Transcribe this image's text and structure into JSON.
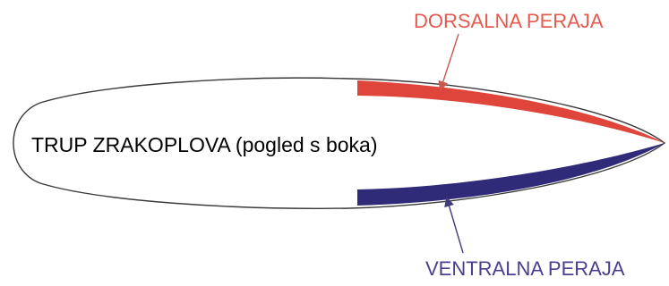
{
  "diagram": {
    "fuselage_label": "TRUP ZRAKOPLOVA (pogled s boka)",
    "dorsal_fin_label": "DORSALNA PERAJA",
    "ventral_fin_label": "VENTRALNA PERAJA"
  },
  "colors": {
    "background": "#ffffff",
    "fuselage_outline": "#3a3a3a",
    "dorsal_fin": "#e0453c",
    "dorsal_label": "#e55a4f",
    "ventral_fin": "#2f2b78",
    "ventral_label": "#4b3f8f",
    "arrow_dorsal": "#c85a50",
    "arrow_ventral": "#3f3b7d",
    "text": "#000000"
  }
}
